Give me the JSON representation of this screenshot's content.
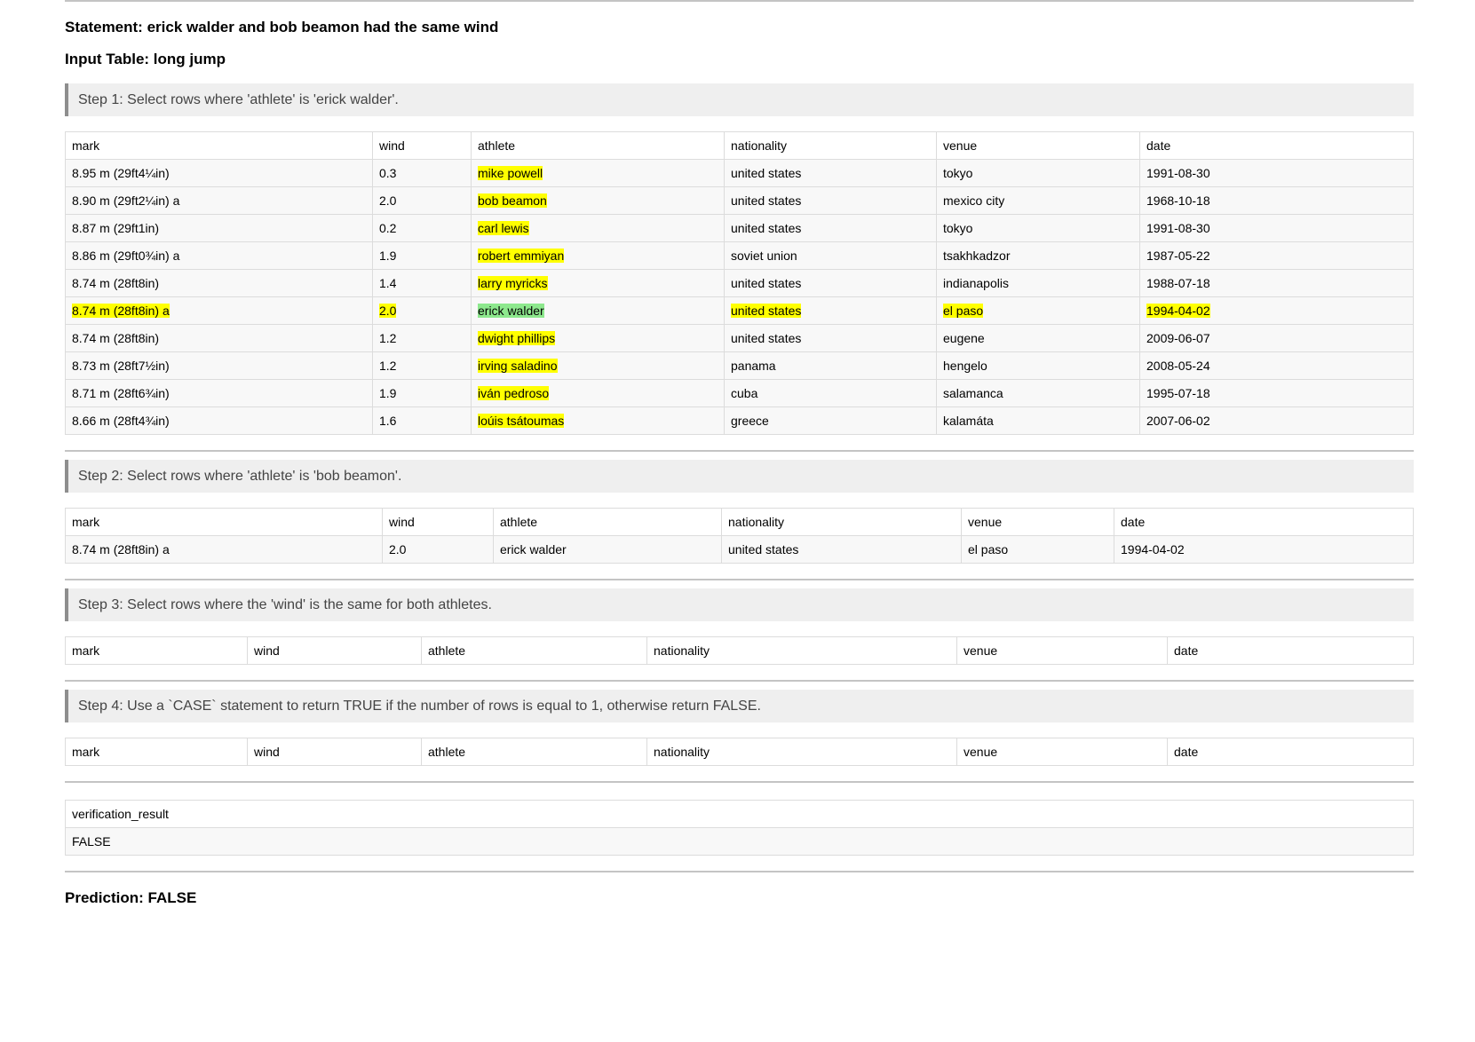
{
  "statement": "Statement: erick walder and bob beamon had the same wind",
  "input_title": "Input Table: long jump",
  "columns": [
    "mark",
    "wind",
    "athlete",
    "nationality",
    "venue",
    "date"
  ],
  "steps": [
    {
      "title": "Step 1: Select rows where 'athlete' is 'erick walder'.",
      "rows": [
        [
          "8.95 m (29ft4¼in)",
          "0.3",
          "mike powell",
          "united states",
          "tokyo",
          "1991-08-30"
        ],
        [
          "8.90 m (29ft2¼in) a",
          "2.0",
          "bob beamon",
          "united states",
          "mexico city",
          "1968-10-18"
        ],
        [
          "8.87 m (29ft1in)",
          "0.2",
          "carl lewis",
          "united states",
          "tokyo",
          "1991-08-30"
        ],
        [
          "8.86 m (29ft0¾in) a",
          "1.9",
          "robert emmiyan",
          "soviet union",
          "tsakhkadzor",
          "1987-05-22"
        ],
        [
          "8.74 m (28ft8in)",
          "1.4",
          "larry myricks",
          "united states",
          "indianapolis",
          "1988-07-18"
        ],
        [
          "8.74 m (28ft8in) a",
          "2.0",
          "erick walder",
          "united states",
          "el paso",
          "1994-04-02"
        ],
        [
          "8.74 m (28ft8in)",
          "1.2",
          "dwight phillips",
          "united states",
          "eugene",
          "2009-06-07"
        ],
        [
          "8.73 m (28ft7½in)",
          "1.2",
          "irving saladino",
          "panama",
          "hengelo",
          "2008-05-24"
        ],
        [
          "8.71 m (28ft6¾in)",
          "1.9",
          "iván pedroso",
          "cuba",
          "salamanca",
          "1995-07-18"
        ],
        [
          "8.66 m (28ft4¾in)",
          "1.6",
          "loúis tsátoumas",
          "greece",
          "kalamáta",
          "2007-06-02"
        ]
      ]
    },
    {
      "title": "Step 2: Select rows where 'athlete' is 'bob beamon'.",
      "rows": [
        [
          "8.74 m (28ft8in) a",
          "2.0",
          "erick walder",
          "united states",
          "el paso",
          "1994-04-02"
        ]
      ]
    },
    {
      "title": "Step 3: Select rows where the 'wind' is the same for both athletes.",
      "rows": []
    },
    {
      "title": "Step 4: Use a `CASE` statement to return TRUE if the number of rows is equal to 1, otherwise return FALSE.",
      "rows": []
    }
  ],
  "result": {
    "header": "verification_result",
    "value": "FALSE"
  },
  "prediction": "Prediction: FALSE",
  "colors": {
    "highlight_yellow": "#ffff00",
    "highlight_green": "#8de88d"
  }
}
